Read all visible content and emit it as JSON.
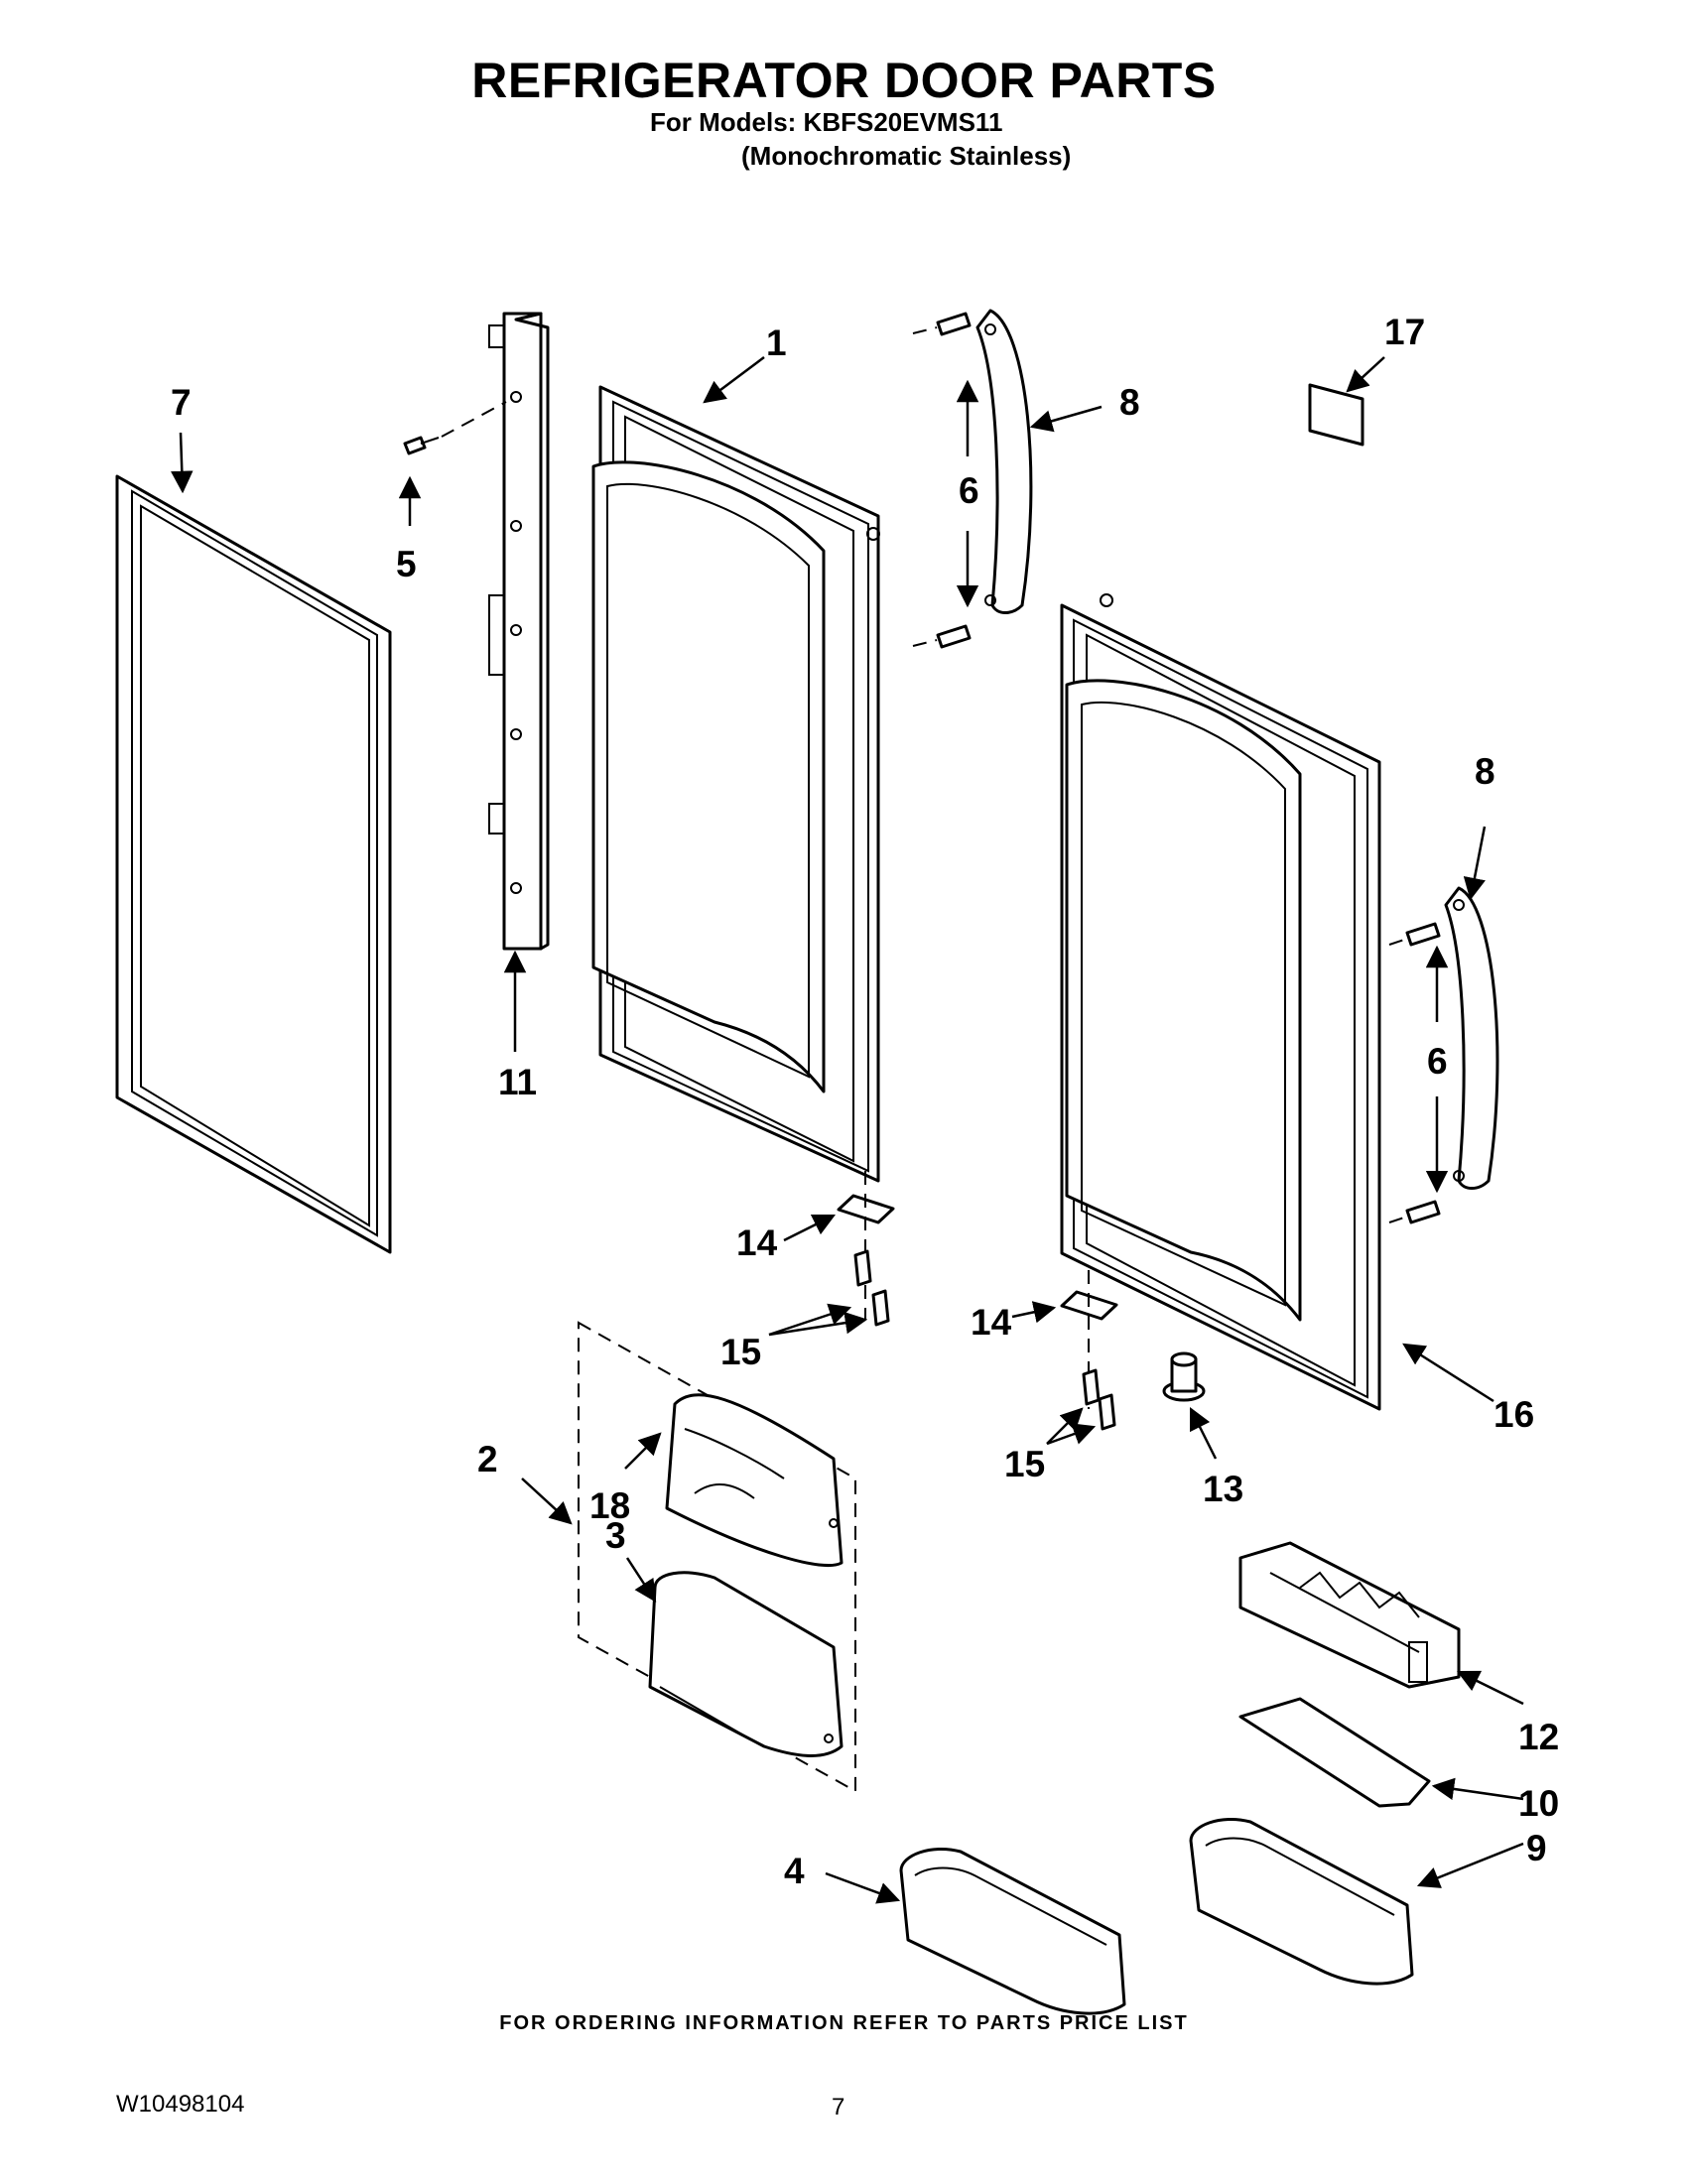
{
  "header": {
    "title": "REFRIGERATOR DOOR PARTS",
    "models_line": "For Models: KBFS20EVMS11",
    "variant_line": "(Monochromatic Stainless)"
  },
  "callouts": {
    "n1": "1",
    "n2": "2",
    "n3": "3",
    "n4": "4",
    "n5": "5",
    "n6a": "6",
    "n6b": "6",
    "n7": "7",
    "n8a": "8",
    "n8b": "8",
    "n9": "9",
    "n10": "10",
    "n11": "11",
    "n12": "12",
    "n13": "13",
    "n14a": "14",
    "n14b": "14",
    "n15a": "15",
    "n15b": "15",
    "n16": "16",
    "n17": "17",
    "n18": "18"
  },
  "footer": {
    "ordering_note": "FOR ORDERING INFORMATION REFER TO PARTS PRICE LIST",
    "document_number": "W10498104",
    "page_number": "7"
  }
}
